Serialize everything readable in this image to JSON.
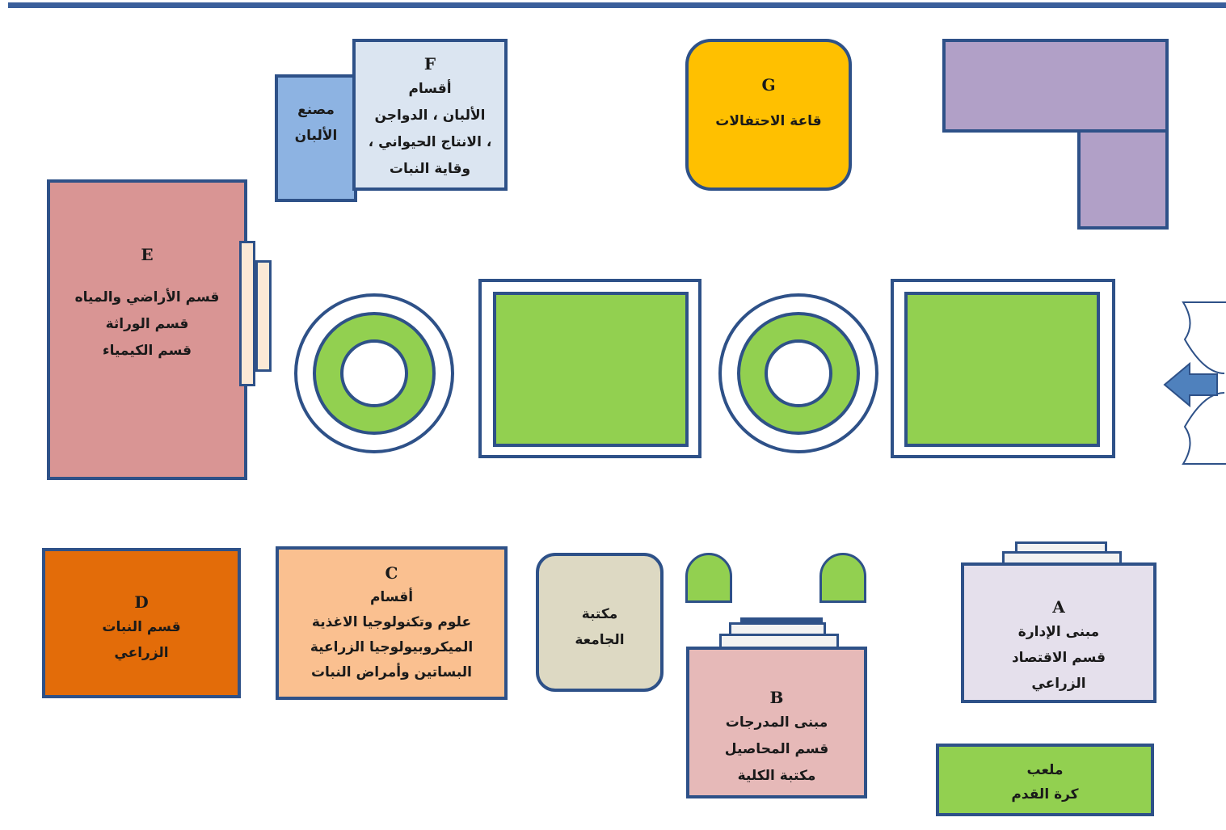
{
  "colors": {
    "outline": "#2e5188",
    "green": "#92d050",
    "purple": "#b1a0c7",
    "pink": "#d99594",
    "orange": "#e36c09",
    "peach": "#fac090",
    "tan": "#ddd9c3",
    "gold": "#ffc000",
    "light_blue": "#dbe5f1",
    "blue": "#8db3e2",
    "lavender": "#e5e0ec",
    "pale_pink": "#e6b9b8"
  },
  "buildings": {
    "E": {
      "letter": "E",
      "lines": [
        "قسم الأراضي والمياه",
        "قسم الوراثة",
        "قسم الكيمياء"
      ]
    },
    "F": {
      "letter": "F",
      "lines": [
        "أقسام",
        "الألبان ، الدواجن",
        "، الانتاج الحيواني ،",
        "وقاية النبات"
      ]
    },
    "dairy_factory": {
      "lines": [
        "مصنع",
        "الألبان"
      ]
    },
    "G": {
      "letter": "G",
      "lines": [
        "قاعة الاحتفالات"
      ]
    },
    "D": {
      "letter": "D",
      "lines": [
        "قسم النبات",
        "الزراعي"
      ]
    },
    "C": {
      "letter": "C",
      "lines": [
        "أقسام",
        "علوم وتكنولوجيا الاغذية",
        "الميكروبيولوجيا الزراعية",
        "البساتين وأمراض النبات"
      ]
    },
    "university_library": {
      "lines": [
        "مكتبة",
        "الجامعة"
      ]
    },
    "B": {
      "letter": "B",
      "lines": [
        "مبنى المدرجات",
        "قسم المحاصيل",
        "مكتبة الكلية"
      ]
    },
    "A": {
      "letter": "A",
      "lines": [
        "مبنى الإدارة",
        "قسم الاقتصاد",
        "الزراعي"
      ]
    },
    "football_field": {
      "lines": [
        "ملعب",
        "كرة القدم"
      ]
    }
  },
  "icons": {
    "entrance": "arrow-left-icon"
  }
}
